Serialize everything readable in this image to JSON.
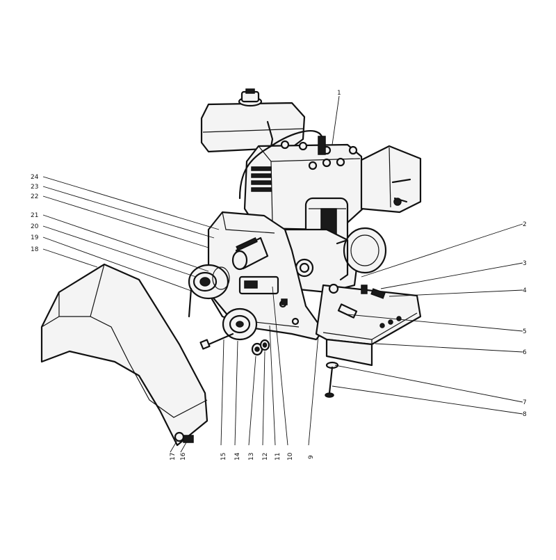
{
  "callouts": [
    {
      "id": "callout-1",
      "label": "1"
    },
    {
      "id": "callout-2",
      "label": "2"
    },
    {
      "id": "callout-3",
      "label": "3"
    },
    {
      "id": "callout-4",
      "label": "4"
    },
    {
      "id": "callout-5",
      "label": "5"
    },
    {
      "id": "callout-6",
      "label": "6"
    },
    {
      "id": "callout-7",
      "label": "7"
    },
    {
      "id": "callout-8",
      "label": "8"
    },
    {
      "id": "callout-9",
      "label": "9"
    },
    {
      "id": "callout-10",
      "label": "10"
    },
    {
      "id": "callout-11",
      "label": "11"
    },
    {
      "id": "callout-12",
      "label": "12"
    },
    {
      "id": "callout-13",
      "label": "13"
    },
    {
      "id": "callout-14",
      "label": "14"
    },
    {
      "id": "callout-15",
      "label": "15"
    },
    {
      "id": "callout-16",
      "label": "16"
    },
    {
      "id": "callout-17",
      "label": "17"
    },
    {
      "id": "callout-18",
      "label": "18"
    },
    {
      "id": "callout-19",
      "label": "19"
    },
    {
      "id": "callout-20",
      "label": "20"
    },
    {
      "id": "callout-21",
      "label": "21"
    },
    {
      "id": "callout-22",
      "label": "22"
    },
    {
      "id": "callout-23",
      "label": "23"
    },
    {
      "id": "callout-24",
      "label": "24"
    }
  ]
}
